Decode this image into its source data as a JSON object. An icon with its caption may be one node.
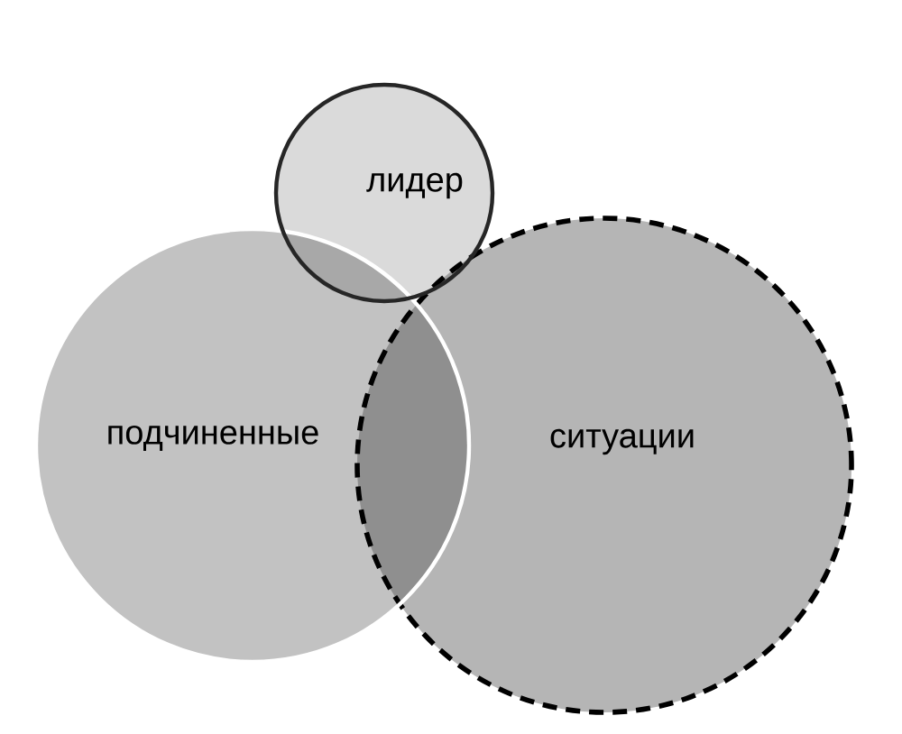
{
  "diagram": {
    "nodes": [
      {
        "text": [
          "лидер"
        ]
      },
      {
        "text": [
          "подчиненные"
        ]
      },
      {
        "text": [
          "ситуации"
        ]
      }
    ]
  }
}
